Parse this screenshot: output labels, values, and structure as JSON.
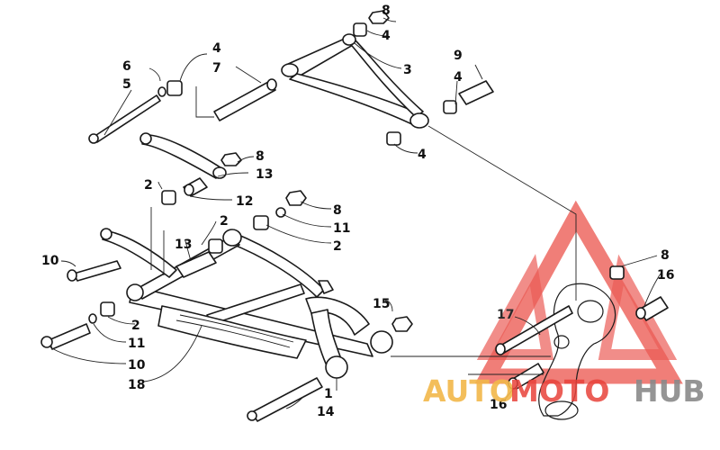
{
  "callouts": {
    "c1": "1",
    "c2a": "2",
    "c2b": "2",
    "c2c": "2",
    "c2d": "2",
    "c3": "3",
    "c4a": "4",
    "c4b": "4",
    "c4c": "4",
    "c4d": "4",
    "c5": "5",
    "c6": "6",
    "c7": "7",
    "c8a": "8",
    "c8b": "8",
    "c8c": "8",
    "c8d": "8",
    "c9": "9",
    "c10a": "10",
    "c10b": "10",
    "c11a": "11",
    "c11b": "11",
    "c12": "12",
    "c13a": "13",
    "c13b": "13",
    "c14": "14",
    "c15": "15",
    "c16a": "16",
    "c16b": "16",
    "c17": "17",
    "c18": "18"
  },
  "watermark": {
    "part1": "AUTO",
    "part2": "MOTO",
    "part3": "HUB",
    "color_gold": "#f2b84a",
    "color_red": "#e8423a",
    "color_gray": "#8a8a8a"
  },
  "colors": {
    "line": "#1a1a1a",
    "background": "#ffffff"
  }
}
